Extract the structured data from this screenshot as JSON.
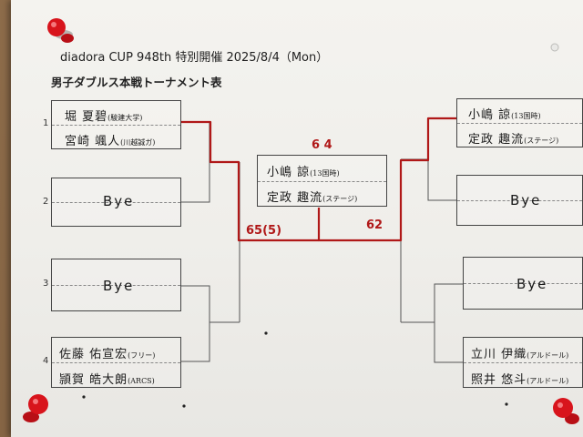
{
  "header": {
    "title": "diadora CUP 948th 特別開催 2025/8/4（Mon）",
    "subtitle": "男子ダブルス本戦トーナメント表"
  },
  "left_bracket": [
    {
      "seed": "1",
      "player1": "堀 夏碧",
      "team1": "(駿建大学)",
      "player2": "宮崎 颯人",
      "team2": "(川越誠ガ)"
    },
    {
      "seed": "2",
      "bye": "Bye"
    },
    {
      "seed": "3",
      "bye": "Bye"
    },
    {
      "seed": "4",
      "player1": "佐藤 佑宣宏",
      "team1": "(フリー)",
      "player2": "頴賀 皓大朗",
      "team2": "(ARCS)"
    }
  ],
  "right_bracket": [
    {
      "player1": "小嶋 諒",
      "team1": "(13国時)",
      "player2": "定政 趣流",
      "team2": "(ステージ)"
    },
    {
      "bye": "Bye"
    },
    {
      "bye": "Bye"
    },
    {
      "player1": "立川 伊織",
      "team1": "(アルドール)",
      "player2": "照井 悠斗",
      "team2": "(アルドール)"
    }
  ],
  "final": {
    "player1": "小嶋 諒",
    "team1": "(13国時)",
    "player2": "定政 趣流",
    "team2": "(ステージ)",
    "score_top": "6 4",
    "score_left": "65(5)",
    "score_right": "62"
  },
  "colors": {
    "paper": "#f1f0ec",
    "ink": "#1a1a1a",
    "red_ink": "#b01818",
    "pin": "#d8141c",
    "board": "#8a6a48"
  }
}
